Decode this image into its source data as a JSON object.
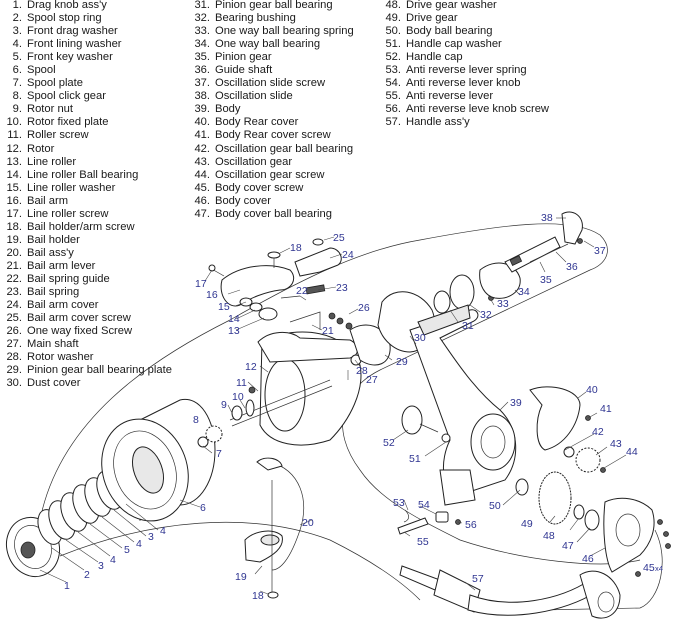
{
  "parts_list": {
    "columns": [
      [
        {
          "num": "1.",
          "name": "Drag knob ass'y"
        },
        {
          "num": "2.",
          "name": "Spool stop ring"
        },
        {
          "num": "3.",
          "name": "Front drag washer"
        },
        {
          "num": "4.",
          "name": "Front lining washer"
        },
        {
          "num": "5.",
          "name": "Front key washer"
        },
        {
          "num": "6.",
          "name": "Spool"
        },
        {
          "num": "7.",
          "name": "Spool plate"
        },
        {
          "num": "8.",
          "name": "Spool click gear"
        },
        {
          "num": "9.",
          "name": "Rotor nut"
        },
        {
          "num": "10.",
          "name": "Rotor fixed plate"
        },
        {
          "num": "11.",
          "name": "Roller screw"
        },
        {
          "num": "12.",
          "name": "Rotor"
        },
        {
          "num": "13.",
          "name": "Line roller"
        },
        {
          "num": "14.",
          "name": "Line roller Ball bearing"
        },
        {
          "num": "15.",
          "name": "Line roller washer"
        },
        {
          "num": "16.",
          "name": "Bail arm"
        },
        {
          "num": "17.",
          "name": "Line roller screw"
        },
        {
          "num": "18.",
          "name": "Bail holder/arm  screw"
        },
        {
          "num": "19.",
          "name": "Bail holder"
        },
        {
          "num": "20.",
          "name": "Bail ass'y"
        },
        {
          "num": "21.",
          "name": "Bail arm lever"
        },
        {
          "num": "22.",
          "name": "Bail spring guide"
        },
        {
          "num": "23.",
          "name": "Bail spring"
        },
        {
          "num": "24.",
          "name": "Bail arm cover"
        },
        {
          "num": "25.",
          "name": "Bail arm cover screw"
        },
        {
          "num": "26.",
          "name": "One way fixed Screw"
        },
        {
          "num": "27.",
          "name": "Main shaft"
        },
        {
          "num": "28.",
          "name": "Rotor washer"
        },
        {
          "num": "29.",
          "name": "Pinion gear ball bearing plate"
        },
        {
          "num": "30.",
          "name": "Dust cover"
        }
      ],
      [
        {
          "num": "31.",
          "name": "Pinion gear ball bearing"
        },
        {
          "num": "32.",
          "name": "Bearing bushing"
        },
        {
          "num": "33.",
          "name": "One way ball bearing spring"
        },
        {
          "num": "34.",
          "name": "One way ball bearing"
        },
        {
          "num": "35.",
          "name": "Pinion gear"
        },
        {
          "num": "36.",
          "name": "Guide shaft"
        },
        {
          "num": "37.",
          "name": "Oscillation slide screw"
        },
        {
          "num": "38.",
          "name": "Oscillation slide"
        },
        {
          "num": "39.",
          "name": "Body"
        },
        {
          "num": "40.",
          "name": "Body Rear cover"
        },
        {
          "num": "41.",
          "name": "Body Rear cover screw"
        },
        {
          "num": "42.",
          "name": "Oscillation gear ball bearing"
        },
        {
          "num": "43.",
          "name": "Oscillation gear"
        },
        {
          "num": "44.",
          "name": "Oscillation gear screw"
        },
        {
          "num": "45.",
          "name": "Body cover screw"
        },
        {
          "num": "46.",
          "name": "Body cover"
        },
        {
          "num": "47.",
          "name": "Body cover ball bearing"
        }
      ],
      [
        {
          "num": "48.",
          "name": "Drive gear washer"
        },
        {
          "num": "49.",
          "name": "Drive gear"
        },
        {
          "num": "50.",
          "name": "Body ball bearing"
        },
        {
          "num": "51.",
          "name": "Handle cap washer"
        },
        {
          "num": "52.",
          "name": "Handle cap"
        },
        {
          "num": "53.",
          "name": "Anti reverse lever spring"
        },
        {
          "num": "54.",
          "name": "Anti reverse lever knob"
        },
        {
          "num": "55.",
          "name": "Anti reverse lever"
        },
        {
          "num": "56.",
          "name": "Anti reverse leve knob screw"
        },
        {
          "num": "57.",
          "name": "Handle ass'y"
        }
      ]
    ]
  },
  "callouts": {
    "c1": "1",
    "c2": "2",
    "c3a": "3",
    "c3b": "3",
    "c4a": "4",
    "c4b": "4",
    "c4c": "4",
    "c5": "5",
    "c6": "6",
    "c7": "7",
    "c8": "8",
    "c9": "9",
    "c10": "10",
    "c11": "11",
    "c12": "12",
    "c13": "13",
    "c14": "14",
    "c15": "15",
    "c16": "16",
    "c17": "17",
    "c18a": "18",
    "c18b": "18",
    "c19": "19",
    "c20": "20",
    "c21": "21",
    "c22": "22",
    "c23": "23",
    "c24": "24",
    "c25": "25",
    "c26": "26",
    "c27": "27",
    "c28": "28",
    "c29": "29",
    "c30": "30",
    "c31": "31",
    "c32": "32",
    "c33": "33",
    "c34": "34",
    "c35": "35",
    "c36": "36",
    "c37": "37",
    "c38": "38",
    "c39": "39",
    "c40": "40",
    "c41": "41",
    "c42": "42",
    "c43": "43",
    "c44": "44",
    "c45": "45",
    "c45qty": "x4",
    "c46": "46",
    "c47": "47",
    "c48": "48",
    "c49": "49",
    "c50": "50",
    "c51": "51",
    "c52": "52",
    "c53": "53",
    "c54": "54",
    "c55": "55",
    "c56": "56",
    "c57": "57"
  },
  "colors": {
    "callout": "#2f3591",
    "text": "#1a1a1a",
    "line": "#222222"
  }
}
